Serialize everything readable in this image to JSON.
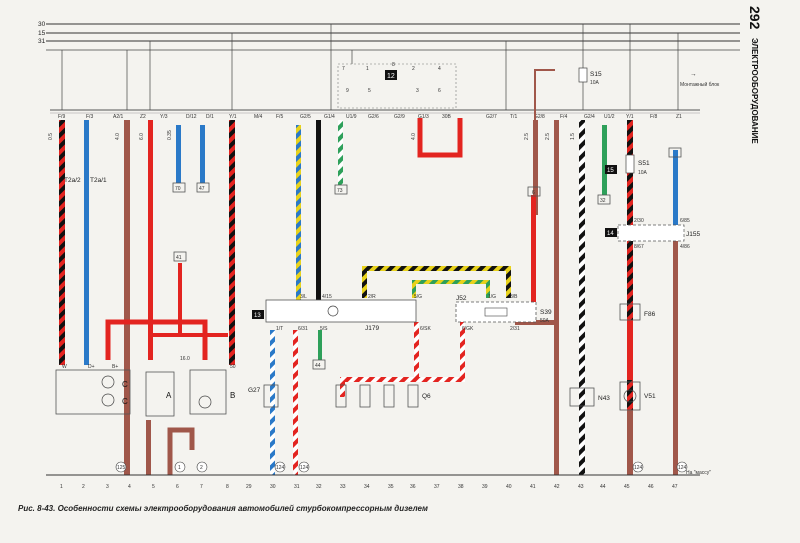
{
  "header": {
    "page_number": "292",
    "section": "ЭЛЕКТРООБОРУДОВАНИЕ"
  },
  "caption": "Рис. 8-43. Особенности схемы электрооборудования автомобилей стурбокомпрессорным дизелем",
  "bus_lines": [
    "30",
    "15",
    "31"
  ],
  "mount_block_label": "Монтажный блок",
  "ground_label": "На \"массу\"",
  "top_connectors": [
    "F/9",
    "F/3",
    "A2/1",
    "Z2",
    "Y/3",
    "D/12",
    "D/1",
    "Y/1",
    "M/4",
    "F/5",
    "G2/5",
    "G1/4",
    "U1/9",
    "G2/6",
    "G2/9",
    "G1/3",
    "30B",
    "G2/7",
    "T/1",
    "G2/8",
    "F/4",
    "G2/4",
    "U1/2",
    "Y/1",
    "F/8",
    "Z1"
  ],
  "relay_block": {
    "number": "12",
    "pins": [
      "7",
      "1",
      "8",
      "2",
      "4",
      "9",
      "5",
      "3",
      "6"
    ]
  },
  "fuses": [
    {
      "id": "S15",
      "rating": "10A"
    },
    {
      "id": "S51",
      "rating": "10A"
    },
    {
      "id": "S39",
      "rating": "50A"
    }
  ],
  "tag_numbers": [
    "70",
    "47",
    "73",
    "41",
    "44",
    "32",
    "6",
    "15",
    "14",
    "13"
  ],
  "wire_sizes": [
    "0.5",
    "4.0",
    "6.0",
    "0.35",
    "2.5",
    "16.0",
    "1.5"
  ],
  "components": {
    "connectors_T": [
      "T2a/2",
      "T2a/1"
    ],
    "g": [
      "G27",
      "Q6"
    ],
    "j": [
      "J179",
      "J52",
      "J155"
    ],
    "f": [
      "F86"
    ],
    "n": [
      "N43"
    ],
    "v": [
      "V51"
    ],
    "letters": [
      "A",
      "B",
      "C",
      "W",
      "D+",
      "B+",
      "50"
    ]
  },
  "j179_pins": [
    "3/L",
    "4/15",
    "2/R",
    "1/T",
    "6/31",
    "5/S",
    "6/SK"
  ],
  "j52_pins": [
    "1/G",
    "5/G",
    "3/B",
    "6/GK",
    "2/31"
  ],
  "j155_pins": [
    "2/30",
    "6/85",
    "8/67",
    "4/86"
  ],
  "circles": [
    "125",
    "1",
    "2",
    "124",
    "124",
    "124",
    "124"
  ],
  "grid_numbers": [
    "1",
    "2",
    "3",
    "4",
    "5",
    "6",
    "7",
    "8",
    "29",
    "30",
    "31",
    "32",
    "33",
    "34",
    "35",
    "36",
    "37",
    "38",
    "39",
    "40",
    "41",
    "42",
    "43",
    "44",
    "45",
    "46",
    "47"
  ]
}
